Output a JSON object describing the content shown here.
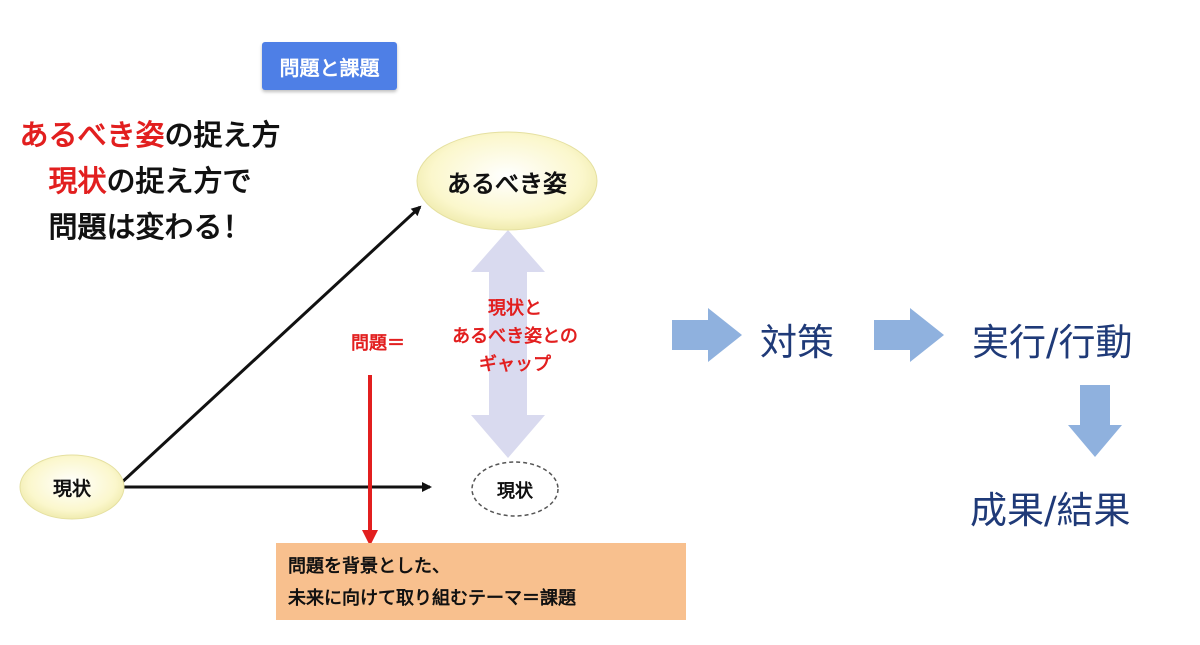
{
  "title": "問題と課題",
  "headline": {
    "line1": {
      "red": "あるべき姿",
      "rest": "の捉え方"
    },
    "line2": {
      "red": "現状",
      "rest": "の捉え方で"
    },
    "line3": "問題は変わる！"
  },
  "nodes": {
    "ideal": "あるべき姿",
    "current_start": "現状",
    "current_end": "現状"
  },
  "gap_label": {
    "line1": "現状と",
    "line2": "あるべき姿との",
    "line3": "ギャップ"
  },
  "problem_label": "問題＝",
  "issue_box": {
    "line1": "問題を背景とした、",
    "line2": "未来に向けて取り組むテーマ＝課題"
  },
  "flow": {
    "step1": "対策",
    "step2": "実行/行動",
    "step3": "成果/結果"
  },
  "colors": {
    "title_badge": "#4e7fe6",
    "accent_red": "#e21f1f",
    "flow_text": "#1f3a78",
    "flow_arrow": "#8fb1de",
    "ellipse_fill": "#fbf7cc",
    "issue_box": "#f8c08e",
    "gap_arrow": "#d9daef"
  }
}
